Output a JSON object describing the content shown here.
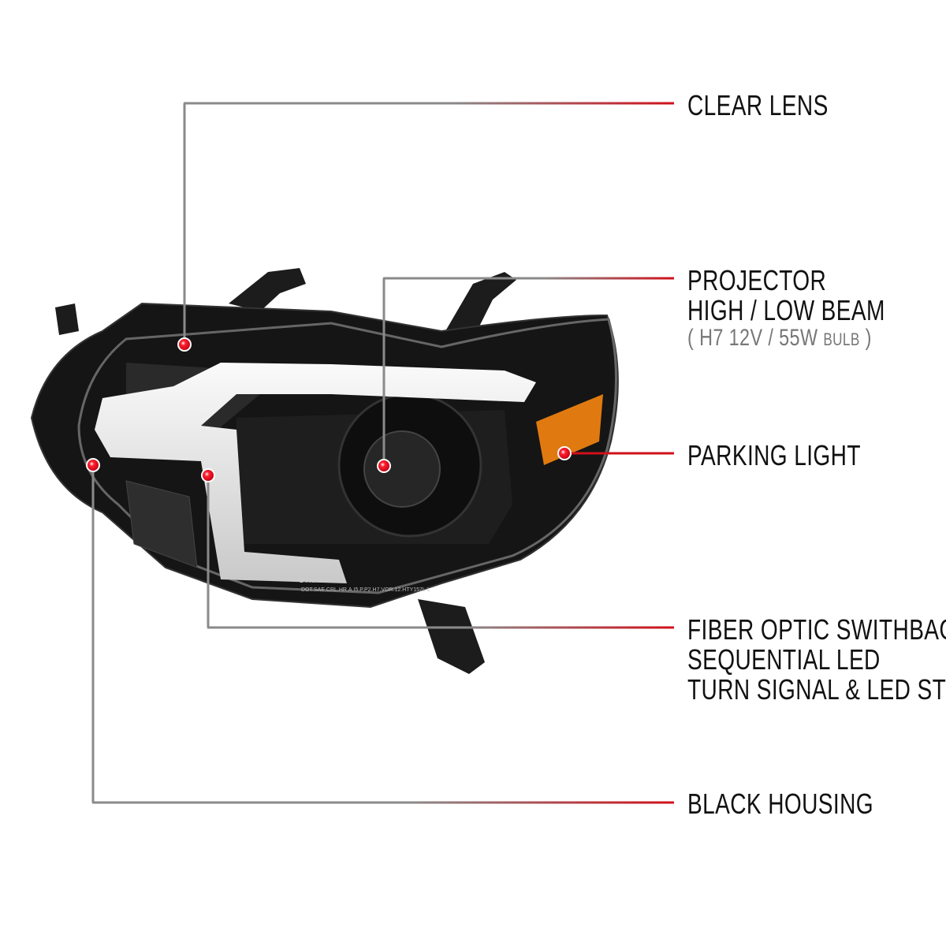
{
  "callouts": {
    "clear_lens": "CLEAR LENS",
    "projector": {
      "line1": "PROJECTOR",
      "line2": "HIGH / LOW BEAM",
      "spec_open": "( H7  12V / 55W ",
      "spec_bulb": "BULB",
      "spec_close": " )"
    },
    "parking_light": "PARKING LIGHT",
    "fiber_optic": {
      "line1": "FIBER OPTIC SWITHBACK",
      "line2": "SEQUENTIAL LED",
      "line3": "TURN SIGNAL & LED STRIP"
    },
    "black_housing": "BLACK HOUSING"
  },
  "product_markings": {
    "brand": "DYNAMIK",
    "lens_code": "DOT.SAE.CRL.HR.A.I5.P.P2.H7.VOR.12.HTY157L-L"
  },
  "colors": {
    "callout_start": "#8a8a8a",
    "callout_end": "#d0101a",
    "dot": "#e0000f",
    "amber": "#e07a10",
    "housing": "#151515"
  }
}
